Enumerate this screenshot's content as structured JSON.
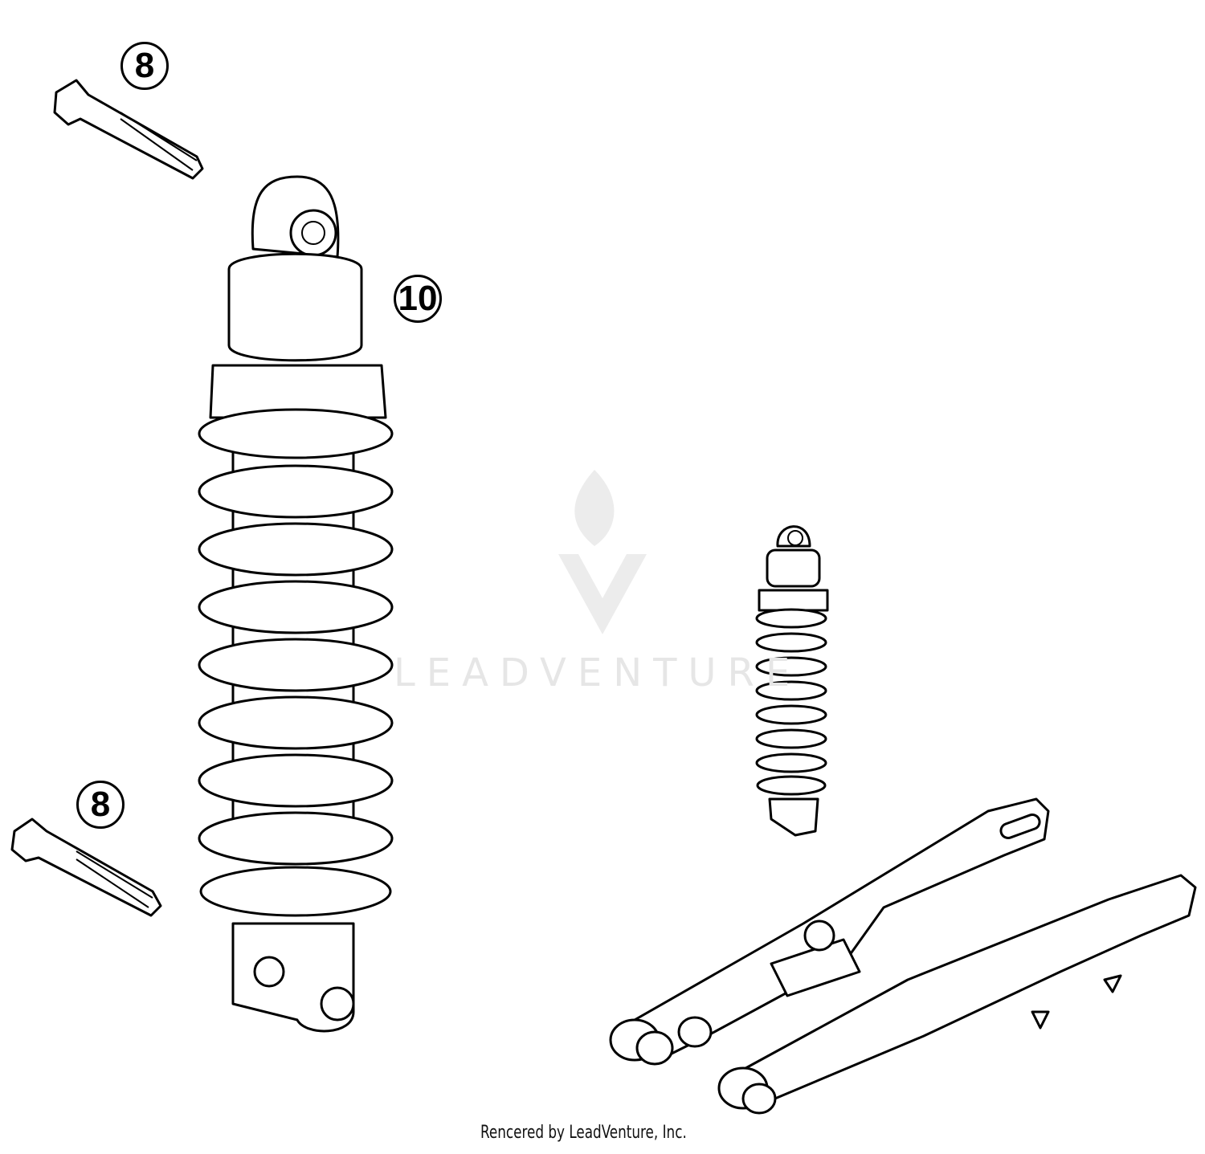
{
  "callouts": [
    {
      "label": "8"
    },
    {
      "label": "10"
    },
    {
      "label": "8"
    }
  ],
  "watermark": "LEADVENTURE",
  "footer": "Rencered by LeadVenture, Inc.",
  "parts": [
    "bolt",
    "shock-absorber",
    "bolt",
    "shock-absorber-small",
    "swingarm"
  ]
}
